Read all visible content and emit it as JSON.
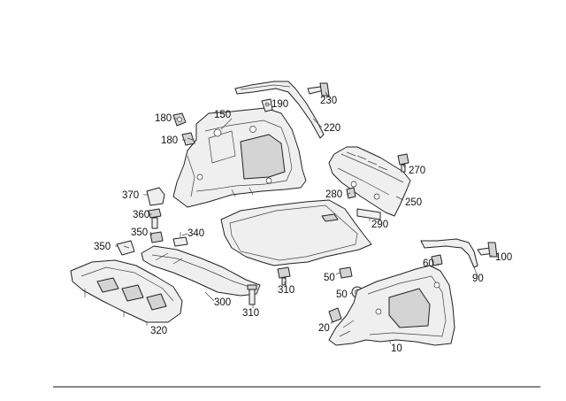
{
  "diagram": {
    "part_numbers": {
      "p10": "10",
      "p20": "20",
      "p50a": "50",
      "p50b": "50",
      "p60": "60",
      "p90": "90",
      "p100": "100",
      "p150": "150",
      "p180a": "180",
      "p180b": "180",
      "p190": "190",
      "p220": "220",
      "p230": "230",
      "p250": "250",
      "p270": "270",
      "p280": "280",
      "p290": "290",
      "p300": "300",
      "p310a": "310",
      "p310b": "310",
      "p320": "320",
      "p340": "340",
      "p350a": "350",
      "p350b": "350",
      "p360": "360",
      "p370": "370"
    }
  }
}
